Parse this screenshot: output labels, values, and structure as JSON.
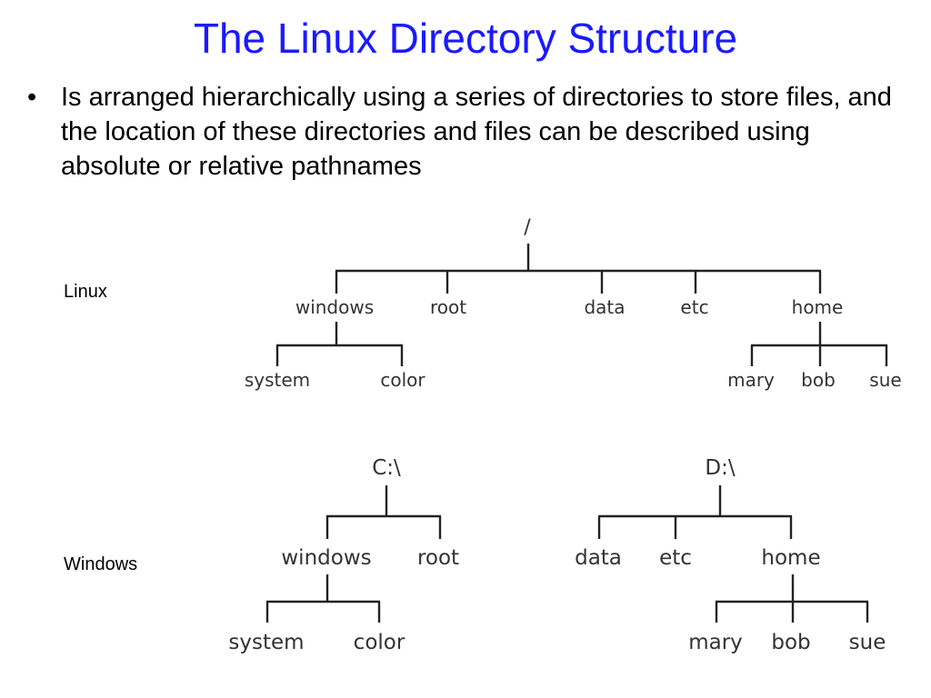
{
  "slide": {
    "title": "The Linux Directory Structure",
    "bullet_symbol": "•",
    "bullet_text": "Is arranged hierarchically using a series of directories to store files, and the location of these directories and files can be described using absolute or relative pathnames"
  },
  "linux": {
    "label": "Linux",
    "root": "/",
    "children": [
      "windows",
      "root",
      "data",
      "etc",
      "home"
    ],
    "windows_children": [
      "system",
      "color"
    ],
    "home_children": [
      "mary",
      "bob",
      "sue"
    ]
  },
  "windows": {
    "label": "Windows",
    "c_drive": {
      "root": "C:\\",
      "children": [
        "windows",
        "root"
      ],
      "windows_children": [
        "system",
        "color"
      ]
    },
    "d_drive": {
      "root": "D:\\",
      "children": [
        "data",
        "etc",
        "home"
      ],
      "home_children": [
        "mary",
        "bob",
        "sue"
      ]
    }
  }
}
